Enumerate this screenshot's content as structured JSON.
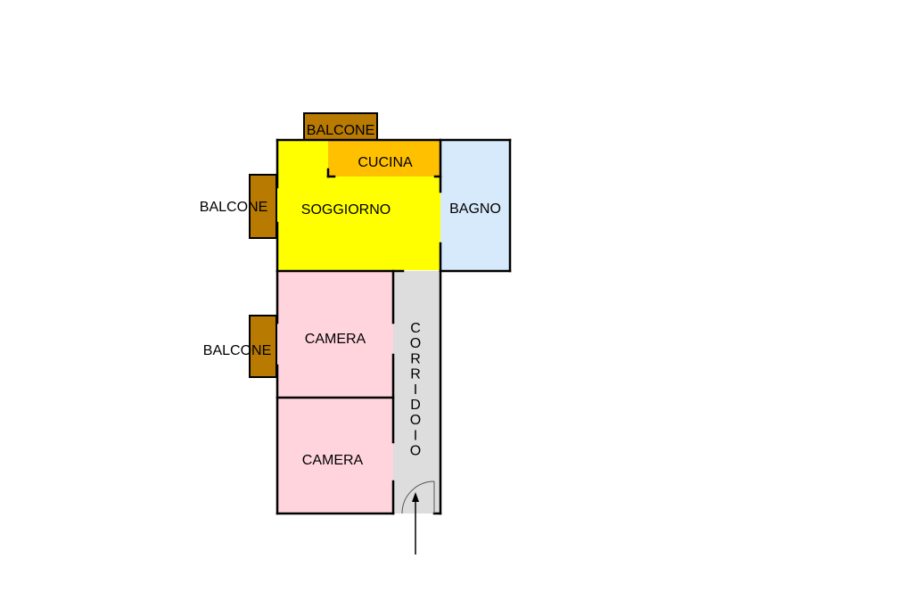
{
  "colors": {
    "soggiorno": "#ffff00",
    "cucina": "#ffc000",
    "bagno": "#d6eafc",
    "camera": "#ffd4dd",
    "corridoio": "#dddddd",
    "balcone": "#b87a00",
    "wall": "#000000"
  },
  "rooms": {
    "balcone_top": "BALCONE",
    "balcone_left_upper": "BALCONE",
    "balcone_left_lower": "BALCONE",
    "cucina": "CUCINA",
    "soggiorno": "SOGGIORNO",
    "bagno": "BAGNO",
    "camera_upper": "CAMERA",
    "camera_lower": "CAMERA",
    "corridoio": [
      "C",
      "O",
      "R",
      "R",
      "I",
      "D",
      "O",
      "I",
      "O"
    ]
  }
}
